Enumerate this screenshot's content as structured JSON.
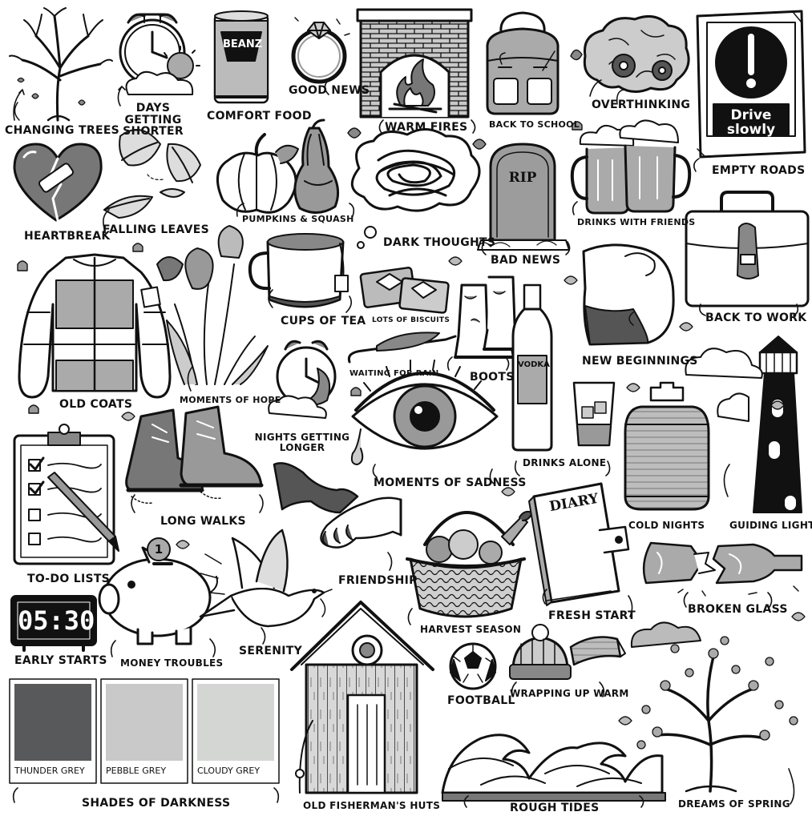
{
  "labels": {
    "changing_trees": "CHANGING TREES",
    "days_getting_shorter": "DAYS GETTING\nSHORTER",
    "comfort_food": "COMFORT FOOD",
    "good_news": "GOOD NEWS",
    "warm_fires": "WARM FIRES",
    "back_to_school": "BACK TO SCHOOL",
    "overthinking": "OVERTHINKING",
    "empty_roads": "EMPTY ROADS",
    "heartbreak": "HEARTBREAK",
    "falling_leaves": "FALLING LEAVES",
    "pumpkins_squash": "PUMPKINS & SQUASH",
    "dark_thoughts": "DARK THOUGHTS",
    "bad_news": "BAD NEWS",
    "drinks_with_friends": "DRINKS WITH FRIENDS",
    "back_to_work": "BACK TO WORK",
    "old_coats": "OLD COATS",
    "moments_of_hope": "MOMENTS OF HOPE",
    "cups_of_tea": "CUPS OF TEA",
    "lots_of_biscuits": "LOTS OF BISCUITS",
    "waiting_for_rain": "WAITING FOR RAIN",
    "boots": "BOOTS",
    "new_beginnings": "NEW BEGINNINGS",
    "nights_getting_longer": "NIGHTS GETTING\nLONGER",
    "drinks_alone": "DRINKS ALONE",
    "moments_of_sadness": "MOMENTS OF SADNESS",
    "long_walks": "LONG WALKS",
    "cold_nights": "COLD NIGHTS",
    "guiding_lights": "GUIDING LIGHTS",
    "to_do_lists": "TO-DO LISTS",
    "friendship": "FRIENDSHIP",
    "fresh_start": "FRESH START",
    "broken_glass": "BROKEN GLASS",
    "harvest_season": "HARVEST SEASON",
    "early_starts": "EARLY STARTS",
    "money_troubles": "MONEY TROUBLES",
    "serenity": "SERENITY",
    "football": "FOOTBALL",
    "wrapping_up_warm": "WRAPPING UP WARM",
    "shades_of_darkness": "SHADES OF DARKNESS",
    "old_fishermans_huts": "OLD FISHERMAN'S HUTS",
    "rough_tides": "ROUGH TIDES",
    "dreams_of_spring": "DREAMS OF SPRING"
  },
  "in_art_text": {
    "beanz": "BEANZ",
    "sign_line1": "Drive",
    "sign_line2": "slowly",
    "rip": "RIP",
    "vodka": "VODKA",
    "diary": "DIARY",
    "clock_display": "05:30",
    "coin": "1"
  },
  "swatches": [
    {
      "name": "THUNDER GREY",
      "color": "#58595b"
    },
    {
      "name": "PEBBLE GREY",
      "color": "#c9c9c9"
    },
    {
      "name": "CLOUDY GREY",
      "color": "#d4d6d3"
    }
  ],
  "colors": {
    "ink": "#111111",
    "mid_grey": "#8a8a8a",
    "light_grey": "#c4c4c4",
    "background": "#ffffff"
  }
}
